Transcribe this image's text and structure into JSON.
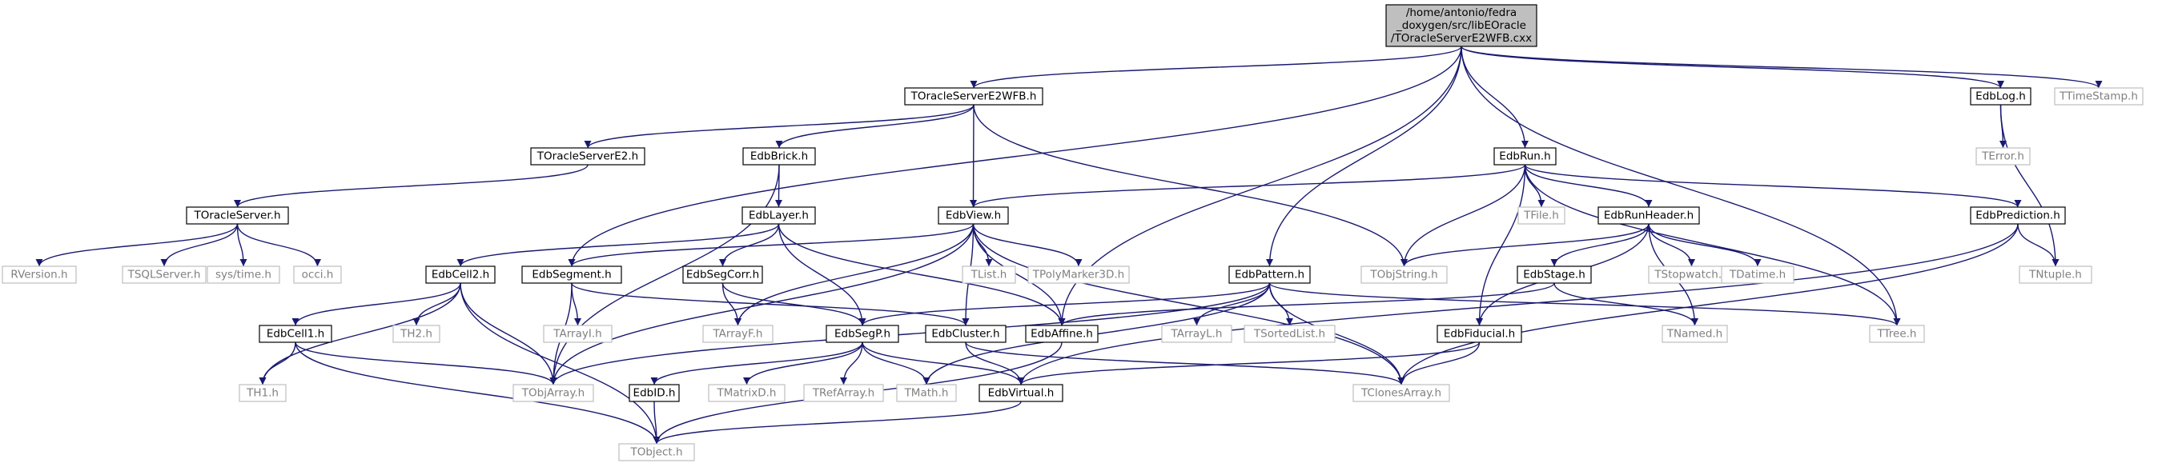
{
  "diagram": {
    "nodes": [
      {
        "id": "root",
        "kind": "root",
        "lines": [
          "/home/antonio/fedra",
          "_doxygen/src/libEOracle",
          "/TOracleServerE2WFB.cxx"
        ]
      },
      {
        "id": "TOracleServerE2WFB_h",
        "kind": "internal",
        "lines": [
          "TOracleServerE2WFB.h"
        ]
      },
      {
        "id": "TOracleServerE2_h",
        "kind": "internal",
        "lines": [
          "TOracleServerE2.h"
        ]
      },
      {
        "id": "TOracleServer_h",
        "kind": "internal",
        "lines": [
          "TOracleServer.h"
        ]
      },
      {
        "id": "RVersion_h",
        "kind": "external",
        "lines": [
          "RVersion.h"
        ]
      },
      {
        "id": "TSQLServer_h",
        "kind": "external",
        "lines": [
          "TSQLServer.h"
        ]
      },
      {
        "id": "sys_time_h",
        "kind": "external",
        "lines": [
          "sys/time.h"
        ]
      },
      {
        "id": "occi_h",
        "kind": "external",
        "lines": [
          "occi.h"
        ]
      },
      {
        "id": "EdbBrick_h",
        "kind": "internal",
        "lines": [
          "EdbBrick.h"
        ]
      },
      {
        "id": "EdbLayer_h",
        "kind": "internal",
        "lines": [
          "EdbLayer.h"
        ]
      },
      {
        "id": "EdbCell2_h",
        "kind": "internal",
        "lines": [
          "EdbCell2.h"
        ]
      },
      {
        "id": "EdbCell1_h",
        "kind": "internal",
        "lines": [
          "EdbCell1.h"
        ]
      },
      {
        "id": "TH1_h",
        "kind": "external",
        "lines": [
          "TH1.h"
        ]
      },
      {
        "id": "TH2_h",
        "kind": "external",
        "lines": [
          "TH2.h"
        ]
      },
      {
        "id": "TObjArray_h",
        "kind": "external",
        "lines": [
          "TObjArray.h"
        ]
      },
      {
        "id": "TObject_h",
        "kind": "external",
        "lines": [
          "TObject.h"
        ]
      },
      {
        "id": "EdbSegment_h",
        "kind": "internal",
        "lines": [
          "EdbSegment.h"
        ]
      },
      {
        "id": "TArrayI_h",
        "kind": "external",
        "lines": [
          "TArrayI.h"
        ]
      },
      {
        "id": "EdbSegCorr_h",
        "kind": "internal",
        "lines": [
          "EdbSegCorr.h"
        ]
      },
      {
        "id": "TArrayF_h",
        "kind": "external",
        "lines": [
          "TArrayF.h"
        ]
      },
      {
        "id": "EdbSegP_h",
        "kind": "internal",
        "lines": [
          "EdbSegP.h"
        ]
      },
      {
        "id": "EdbID_h",
        "kind": "internal",
        "lines": [
          "EdbID.h"
        ]
      },
      {
        "id": "TMatrixD_h",
        "kind": "external",
        "lines": [
          "TMatrixD.h"
        ]
      },
      {
        "id": "TRefArray_h",
        "kind": "external",
        "lines": [
          "TRefArray.h"
        ]
      },
      {
        "id": "TMath_h",
        "kind": "external",
        "lines": [
          "TMath.h"
        ]
      },
      {
        "id": "EdbVirtual_h",
        "kind": "internal",
        "lines": [
          "EdbVirtual.h"
        ]
      },
      {
        "id": "EdbView_h",
        "kind": "internal",
        "lines": [
          "EdbView.h"
        ]
      },
      {
        "id": "EdbCluster_h",
        "kind": "internal",
        "lines": [
          "EdbCluster.h"
        ]
      },
      {
        "id": "TList_h",
        "kind": "external",
        "lines": [
          "TList.h"
        ]
      },
      {
        "id": "TPolyMarker3D_h",
        "kind": "external",
        "lines": [
          "TPolyMarker3D.h"
        ]
      },
      {
        "id": "EdbAffine_h",
        "kind": "internal",
        "lines": [
          "EdbAffine.h"
        ]
      },
      {
        "id": "TClonesArray_h",
        "kind": "external",
        "lines": [
          "TClonesArray.h"
        ]
      },
      {
        "id": "EdbPattern_h",
        "kind": "internal",
        "lines": [
          "EdbPattern.h"
        ]
      },
      {
        "id": "TArrayL_h",
        "kind": "external",
        "lines": [
          "TArrayL.h"
        ]
      },
      {
        "id": "TSortedList_h",
        "kind": "external",
        "lines": [
          "TSortedList.h"
        ]
      },
      {
        "id": "TObjString_h",
        "kind": "external",
        "lines": [
          "TObjString.h"
        ]
      },
      {
        "id": "EdbRun_h",
        "kind": "internal",
        "lines": [
          "EdbRun.h"
        ]
      },
      {
        "id": "TFile_h",
        "kind": "external",
        "lines": [
          "TFile.h"
        ]
      },
      {
        "id": "EdbRunHeader_h",
        "kind": "internal",
        "lines": [
          "EdbRunHeader.h"
        ]
      },
      {
        "id": "TStopwatch_h",
        "kind": "external",
        "lines": [
          "TStopwatch.h"
        ]
      },
      {
        "id": "TDatime_h",
        "kind": "external",
        "lines": [
          "TDatime.h"
        ]
      },
      {
        "id": "EdbStage_h",
        "kind": "internal",
        "lines": [
          "EdbStage.h"
        ]
      },
      {
        "id": "TNamed_h",
        "kind": "external",
        "lines": [
          "TNamed.h"
        ]
      },
      {
        "id": "EdbFiducial_h",
        "kind": "internal",
        "lines": [
          "EdbFiducial.h"
        ]
      },
      {
        "id": "EdbPrediction_h",
        "kind": "internal",
        "lines": [
          "EdbPrediction.h"
        ]
      },
      {
        "id": "TTree_h",
        "kind": "external",
        "lines": [
          "TTree.h"
        ]
      },
      {
        "id": "TNtuple_h",
        "kind": "external",
        "lines": [
          "TNtuple.h"
        ]
      },
      {
        "id": "EdbLog_h",
        "kind": "internal",
        "lines": [
          "EdbLog.h"
        ]
      },
      {
        "id": "TError_h",
        "kind": "external",
        "lines": [
          "TError.h"
        ]
      },
      {
        "id": "TTimeStamp_h",
        "kind": "external",
        "lines": [
          "TTimeStamp.h"
        ]
      }
    ],
    "edges": [
      [
        "root",
        "TOracleServerE2WFB_h"
      ],
      [
        "root",
        "EdbSegment_h"
      ],
      [
        "root",
        "EdbAffine_h"
      ],
      [
        "root",
        "EdbPattern_h"
      ],
      [
        "root",
        "EdbRun_h"
      ],
      [
        "root",
        "EdbLog_h"
      ],
      [
        "root",
        "TTimeStamp_h"
      ],
      [
        "root",
        "TTree_h"
      ],
      [
        "TOracleServerE2WFB_h",
        "TOracleServerE2_h"
      ],
      [
        "TOracleServerE2WFB_h",
        "EdbBrick_h"
      ],
      [
        "TOracleServerE2WFB_h",
        "EdbView_h"
      ],
      [
        "TOracleServerE2WFB_h",
        "TObjString_h"
      ],
      [
        "TOracleServerE2_h",
        "TOracleServer_h"
      ],
      [
        "TOracleServer_h",
        "RVersion_h"
      ],
      [
        "TOracleServer_h",
        "TSQLServer_h"
      ],
      [
        "TOracleServer_h",
        "sys_time_h"
      ],
      [
        "TOracleServer_h",
        "occi_h"
      ],
      [
        "EdbBrick_h",
        "EdbLayer_h"
      ],
      [
        "EdbBrick_h",
        "TObjArray_h"
      ],
      [
        "EdbLayer_h",
        "EdbCell2_h"
      ],
      [
        "EdbLayer_h",
        "EdbSegCorr_h"
      ],
      [
        "EdbLayer_h",
        "EdbSegP_h"
      ],
      [
        "EdbLayer_h",
        "EdbAffine_h"
      ],
      [
        "EdbCell2_h",
        "EdbCell1_h"
      ],
      [
        "EdbCell2_h",
        "TH1_h"
      ],
      [
        "EdbCell2_h",
        "TH2_h"
      ],
      [
        "EdbCell2_h",
        "TObjArray_h"
      ],
      [
        "EdbCell2_h",
        "TObject_h"
      ],
      [
        "EdbCell1_h",
        "TH1_h"
      ],
      [
        "EdbCell1_h",
        "TObjArray_h"
      ],
      [
        "EdbCell1_h",
        "TObject_h"
      ],
      [
        "EdbSegment_h",
        "TArrayI_h"
      ],
      [
        "EdbSegment_h",
        "TObjArray_h"
      ],
      [
        "EdbSegment_h",
        "EdbCluster_h"
      ],
      [
        "EdbSegCorr_h",
        "TArrayF_h"
      ],
      [
        "EdbSegCorr_h",
        "EdbSegP_h"
      ],
      [
        "EdbSegP_h",
        "EdbID_h"
      ],
      [
        "EdbSegP_h",
        "TMatrixD_h"
      ],
      [
        "EdbSegP_h",
        "TRefArray_h"
      ],
      [
        "EdbSegP_h",
        "TMath_h"
      ],
      [
        "EdbSegP_h",
        "EdbVirtual_h"
      ],
      [
        "EdbID_h",
        "TObject_h"
      ],
      [
        "EdbVirtual_h",
        "TObject_h"
      ],
      [
        "EdbView_h",
        "EdbSegment_h"
      ],
      [
        "EdbView_h",
        "EdbCluster_h"
      ],
      [
        "EdbView_h",
        "TList_h"
      ],
      [
        "EdbView_h",
        "TPolyMarker3D_h"
      ],
      [
        "EdbView_h",
        "EdbAffine_h"
      ],
      [
        "EdbView_h",
        "TArrayF_h"
      ],
      [
        "EdbView_h",
        "TObjArray_h"
      ],
      [
        "EdbView_h",
        "TClonesArray_h"
      ],
      [
        "EdbCluster_h",
        "EdbVirtual_h"
      ],
      [
        "EdbCluster_h",
        "TClonesArray_h"
      ],
      [
        "EdbAffine_h",
        "TObject_h"
      ],
      [
        "EdbPattern_h",
        "EdbSegP_h"
      ],
      [
        "EdbPattern_h",
        "TArrayL_h"
      ],
      [
        "EdbPattern_h",
        "TSortedList_h"
      ],
      [
        "EdbPattern_h",
        "TClonesArray_h"
      ],
      [
        "EdbPattern_h",
        "TObjArray_h"
      ],
      [
        "EdbPattern_h",
        "TTree_h"
      ],
      [
        "EdbPattern_h",
        "TMath_h"
      ],
      [
        "EdbRun_h",
        "EdbView_h"
      ],
      [
        "EdbRun_h",
        "TFile_h"
      ],
      [
        "EdbRun_h",
        "EdbRunHeader_h"
      ],
      [
        "EdbRun_h",
        "TObjString_h"
      ],
      [
        "EdbRun_h",
        "EdbFiducial_h"
      ],
      [
        "EdbRun_h",
        "EdbPrediction_h"
      ],
      [
        "EdbRun_h",
        "TTree_h"
      ],
      [
        "EdbRunHeader_h",
        "TObjString_h"
      ],
      [
        "EdbRunHeader_h",
        "TStopwatch_h"
      ],
      [
        "EdbRunHeader_h",
        "TDatime_h"
      ],
      [
        "EdbRunHeader_h",
        "EdbStage_h"
      ],
      [
        "EdbRunHeader_h",
        "TNamed_h"
      ],
      [
        "EdbRunHeader_h",
        "EdbFiducial_h"
      ],
      [
        "EdbStage_h",
        "EdbAffine_h"
      ],
      [
        "EdbStage_h",
        "TNamed_h"
      ],
      [
        "EdbFiducial_h",
        "TClonesArray_h"
      ],
      [
        "EdbFiducial_h",
        "EdbVirtual_h"
      ],
      [
        "EdbPrediction_h",
        "TNtuple_h"
      ],
      [
        "EdbPrediction_h",
        "EdbVirtual_h"
      ],
      [
        "EdbPrediction_h",
        "TClonesArray_h"
      ],
      [
        "EdbLog_h",
        "TError_h"
      ],
      [
        "EdbLog_h",
        "TNtuple_h"
      ]
    ]
  },
  "style": {
    "edge_color": "#191970",
    "internal_border": "#000000",
    "internal_fill": "#ffffff",
    "internal_text": "#000000",
    "external_border": "#bfbfbf",
    "external_fill": "#ffffff",
    "external_text": "#808080",
    "root_border": "#000000",
    "root_fill": "#bfbfbf",
    "root_text": "#000000"
  }
}
